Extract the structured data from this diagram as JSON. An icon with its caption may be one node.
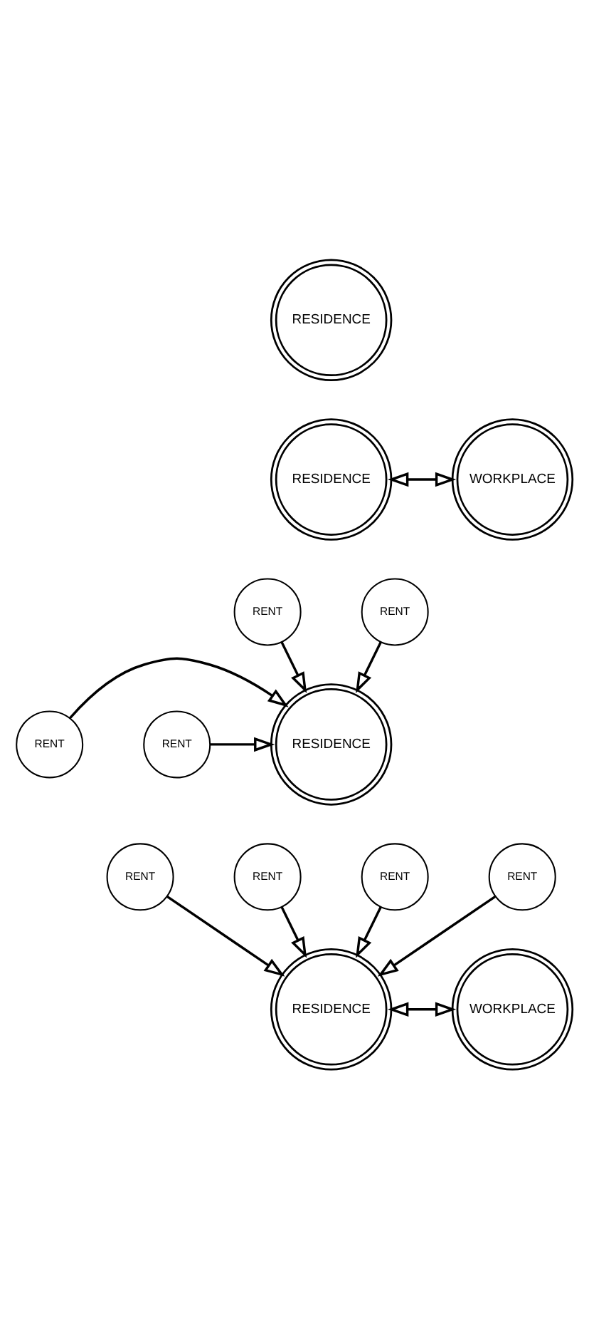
{
  "diagram": {
    "nodes": [
      {
        "text": [
          "RESIDENCE"
        ]
      },
      {
        "text": [
          "RESIDENCE"
        ]
      },
      {
        "text": [
          "WORKPLACE"
        ]
      },
      {
        "text": [
          "RENT"
        ]
      },
      {
        "text": [
          "RESIDENCE"
        ]
      },
      {
        "text": [
          "RENT"
        ]
      },
      {
        "text": [
          "RENT"
        ]
      },
      {
        "text": [
          "RENT"
        ]
      },
      {
        "text": [
          "RENT"
        ]
      },
      {
        "text": [
          "RENT"
        ]
      },
      {
        "text": [
          "RESIDENCE"
        ]
      },
      {
        "text": [
          "WORKPLACE"
        ]
      },
      {
        "text": [
          "RENT"
        ]
      },
      {
        "text": [
          "RENT"
        ]
      }
    ],
    "edges": [
      {
        "from": 1,
        "to": 2,
        "arrow": "both"
      },
      {
        "from": 3,
        "to": 4,
        "arrow": "to"
      },
      {
        "from": 5,
        "to": 4,
        "arrow": "to"
      },
      {
        "from": 6,
        "to": 4,
        "arrow": "to"
      },
      {
        "from": 7,
        "to": 4,
        "arrow": "to"
      },
      {
        "from": 8,
        "to": 10,
        "arrow": "to"
      },
      {
        "from": 9,
        "to": 10,
        "arrow": "to"
      },
      {
        "from": 12,
        "to": 10,
        "arrow": "to"
      },
      {
        "from": 13,
        "to": 10,
        "arrow": "to"
      },
      {
        "from": 10,
        "to": 11,
        "arrow": "both"
      }
    ]
  }
}
